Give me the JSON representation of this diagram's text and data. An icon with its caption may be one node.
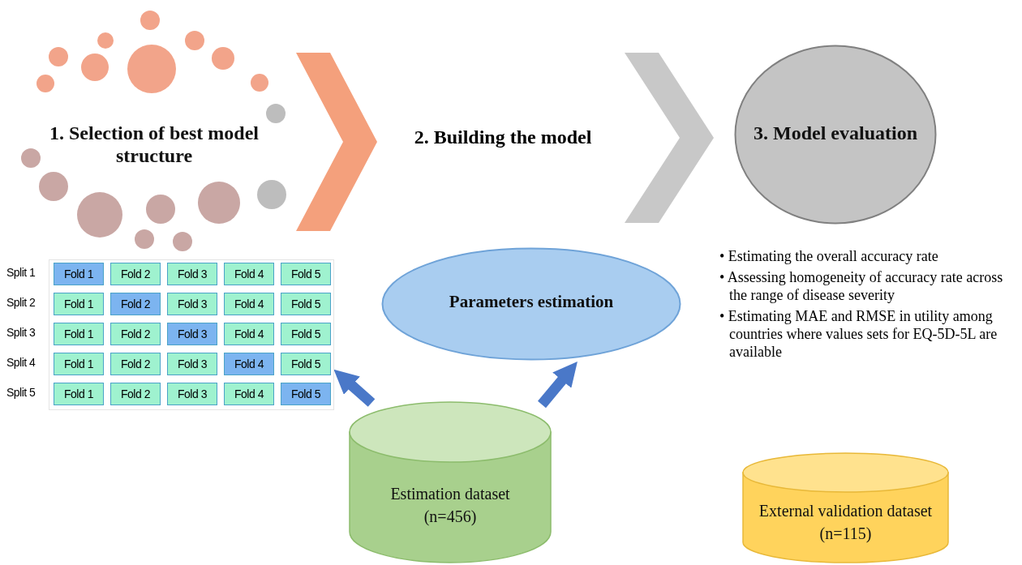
{
  "diagram": {
    "nodes": [
      {
        "text": [
          "1. Selection of best model structure"
        ]
      },
      {
        "text": [
          "2. Building the model"
        ]
      },
      {
        "text": [
          "3. Model evaluation"
        ],
        "beside": [
          "• Estimating the overall accuracy rate",
          "• Assessing homogeneity of accuracy rate across the range of disease severity",
          "• Estimating MAE and RMSE in utility among countries where values sets for EQ-5D-5L are available"
        ]
      },
      {
        "text": [
          "Parameters estimation"
        ]
      },
      {
        "text": [
          "Estimation dataset (n=456)"
        ]
      },
      {
        "text": [
          "External validation dataset (n=115)"
        ]
      },
      {
        "text": [],
        "shape": "box"
      },
      {
        "text": [
          "Fold 1"
        ],
        "in": 6
      },
      {
        "text": [
          "Fold 2"
        ],
        "in": 6
      },
      {
        "text": [
          "Fold 3"
        ],
        "in": 6
      },
      {
        "text": [
          "Fold 4"
        ],
        "in": 6
      },
      {
        "text": [
          "Fold 5"
        ],
        "in": 6
      },
      {
        "text": [
          "Fold 1"
        ],
        "in": 6
      },
      {
        "text": [
          "Fold 2"
        ],
        "in": 6
      },
      {
        "text": [
          "Fold 3"
        ],
        "in": 6
      },
      {
        "text": [
          "Fold 4"
        ],
        "in": 6
      },
      {
        "text": [
          "Fold 5"
        ],
        "in": 6
      },
      {
        "text": [
          "Fold 1"
        ],
        "in": 6
      },
      {
        "text": [
          "Fold 2"
        ],
        "in": 6
      },
      {
        "text": [
          "Fold 3"
        ],
        "in": 6
      },
      {
        "text": [
          "Fold 4"
        ],
        "in": 6
      },
      {
        "text": [
          "Fold 5"
        ],
        "in": 6
      },
      {
        "text": [
          "Fold 1"
        ],
        "in": 6
      },
      {
        "text": [
          "Fold 2"
        ],
        "in": 6
      },
      {
        "text": [
          "Fold 3"
        ],
        "in": 6
      },
      {
        "text": [
          "Fold 4"
        ],
        "in": 6
      },
      {
        "text": [
          "Fold 5"
        ],
        "in": 6
      },
      {
        "text": [
          "Fold 1"
        ],
        "in": 6
      },
      {
        "text": [
          "Fold 2"
        ],
        "in": 6
      },
      {
        "text": [
          "Fold 3"
        ],
        "in": 6
      },
      {
        "text": [
          "Fold 4"
        ],
        "in": 6
      },
      {
        "text": [
          "Fold 5"
        ],
        "in": 6
      }
    ],
    "edges": [
      {
        "from": 0,
        "to": 1,
        "arrow": "to",
        "style": "thick",
        "color": "#f4a07c"
      },
      {
        "from": 1,
        "to": 2,
        "arrow": "to",
        "style": "thick",
        "color": "#c8c8c8"
      },
      {
        "from": 4,
        "to": 6,
        "arrow": "to"
      },
      {
        "from": 4,
        "to": 3,
        "arrow": "to"
      }
    ],
    "labels": [
      "Split 1",
      "Split 2",
      "Split 3",
      "Split 4",
      "Split 5"
    ]
  }
}
